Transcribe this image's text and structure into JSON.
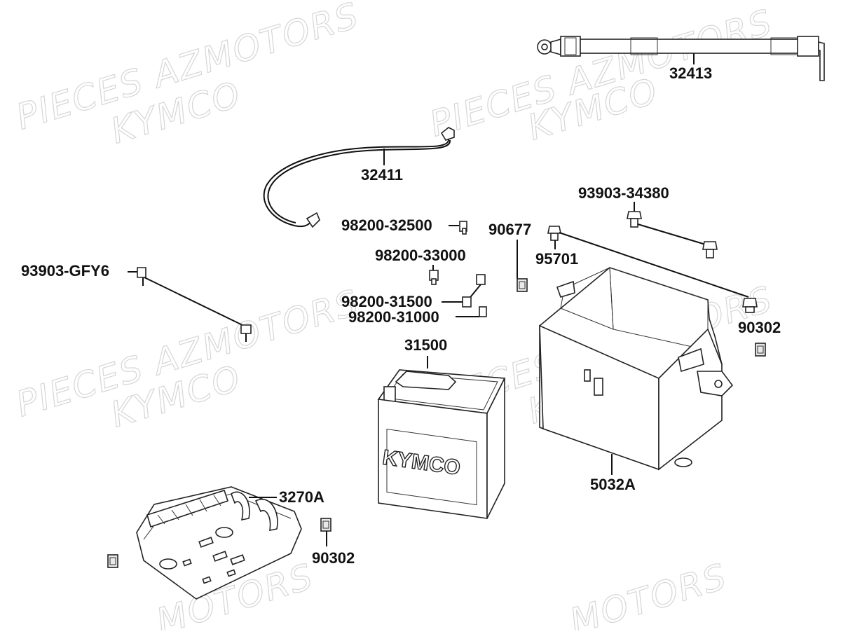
{
  "watermarks": {
    "line1": "PIECES AZMOTORS",
    "line2": "KYMCO",
    "line3": "MOTORS"
  },
  "battery_branding": {
    "brand": "KYMCO"
  },
  "labels": {
    "cable_32413": "32413",
    "cable_32411": "32411",
    "bolt_93903_34380": "93903-34380",
    "fuse_98200_32500": "98200-32500",
    "nut_90677": "90677",
    "bolt_95701": "95701",
    "fuse_98200_33000": "98200-33000",
    "bolt_93903_gfy6": "93903-GFY6",
    "fuse_98200_31500": "98200-31500",
    "fuse_98200_31000": "98200-31000",
    "nut_90302_right": "90302",
    "battery_31500": "31500",
    "case_5032a": "5032A",
    "cover_3270a": "3270A",
    "nut_90302_left": "90302"
  }
}
